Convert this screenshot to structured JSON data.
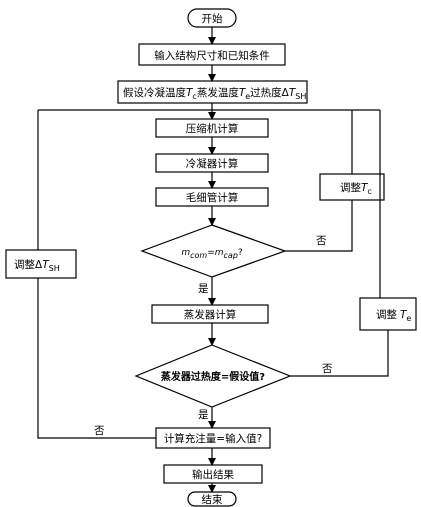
{
  "flow": {
    "start": "开始",
    "input": "输入结构尺寸和已知条件",
    "assume": "假设冷凝温度",
    "assume_tc": "T",
    "assume_tc_sub": "c",
    "assume_mid": "蒸发温度",
    "assume_te": "T",
    "assume_te_sub": "e",
    "assume_tail": "过热度Δ",
    "assume_tsh": "T",
    "assume_tsh_sub": "SH",
    "compressor": "压缩机计算",
    "condenser": "冷凝器计算",
    "capillary": "毛细管计算",
    "decision1_m1": "m",
    "decision1_m1_sub": "com",
    "decision1_eq": "=",
    "decision1_m2": "m",
    "decision1_m2_sub": "cap",
    "decision1_q": "?",
    "yes1": "是",
    "no1": "否",
    "adjust_tc": "调整",
    "adjust_tc_T": "T",
    "adjust_tc_sub": "c",
    "evaporator": "蒸发器计算",
    "adjust_te": "调整",
    "adjust_te_T": "T",
    "adjust_te_sub": "e",
    "decision2": "蒸发器过热度=假设值?",
    "yes2": "是",
    "no2": "否",
    "adjust_tsh": "调整Δ",
    "adjust_tsh_T": "T",
    "adjust_tsh_sub": "SH",
    "charge": "计算充注量=输入值?",
    "no3": "否",
    "output": "输出结果",
    "end": "结束"
  }
}
